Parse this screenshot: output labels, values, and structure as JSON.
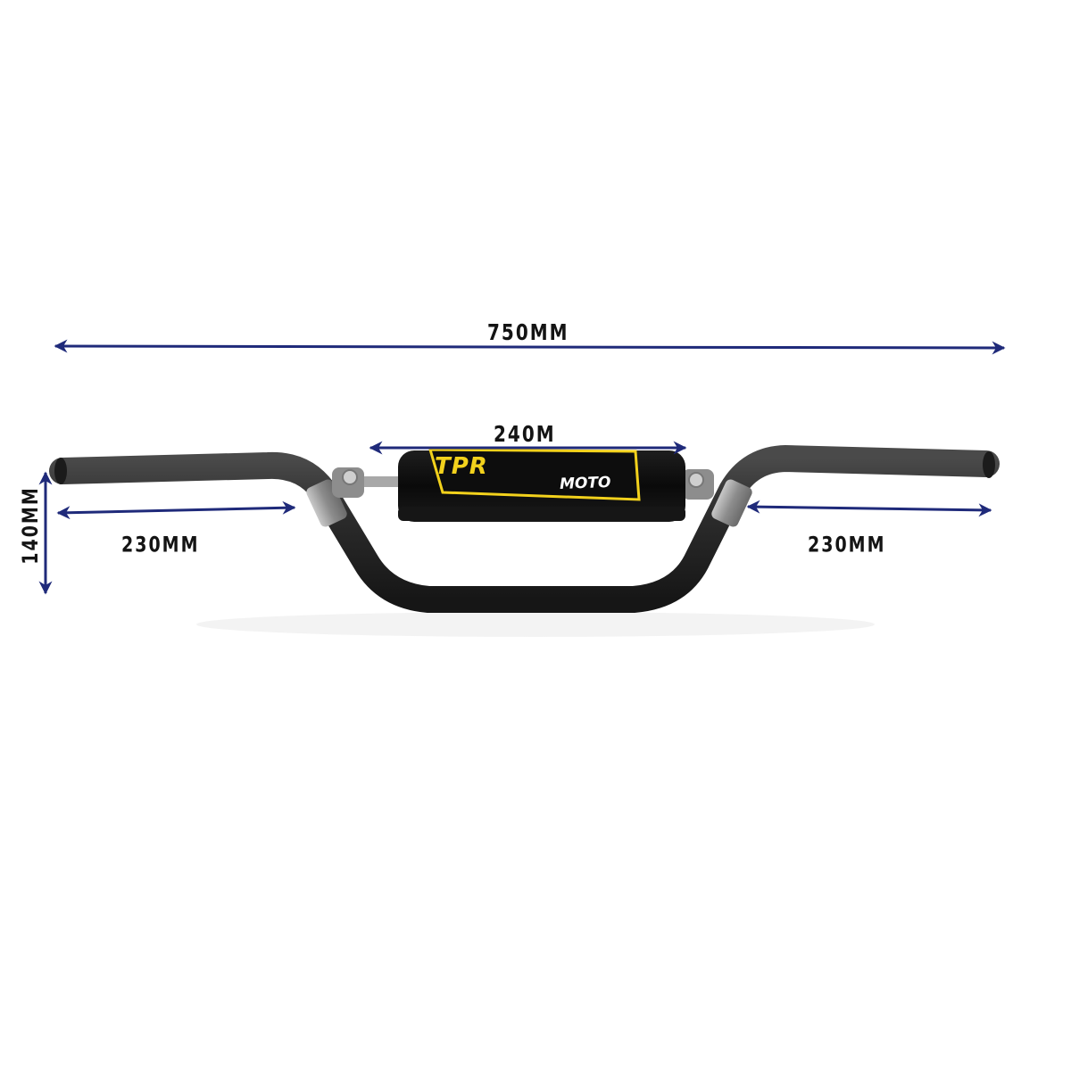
{
  "diagram": {
    "subject": "motorcycle handlebar with crossbar pad",
    "colors": {
      "background": "#ffffff",
      "bar": "#2a2a2a",
      "clamp": "#9a9a9a",
      "pad": "#0c0c0c",
      "pad_accent": "#f2d11c",
      "arrow": "#1f2a7a",
      "label": "#141414"
    },
    "dimensions": {
      "overall_width": "750MM",
      "crossbar_pad": "240M",
      "left_grip": "230MM",
      "right_grip": "230MM",
      "rise": "140MM"
    },
    "pad": {
      "brand": "TPR",
      "sub": "MOTO"
    }
  }
}
